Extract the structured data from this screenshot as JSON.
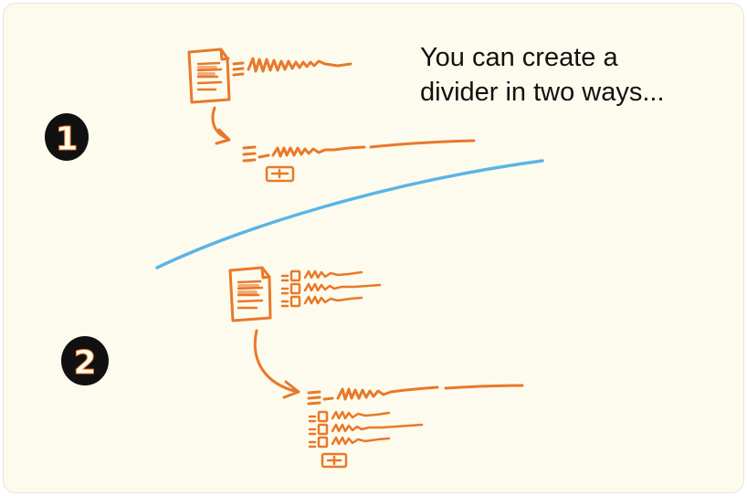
{
  "caption": {
    "line1": "You can create a",
    "line2": "divider in two ways..."
  },
  "steps": [
    {
      "number": "1"
    },
    {
      "number": "2"
    }
  ],
  "colors": {
    "background": "#fdfbee",
    "sketch": "#e8792a",
    "divider": "#5ab4e6",
    "badge": "#111111"
  },
  "icons": {
    "page": "document-icon",
    "divider_block": "divider-block-icon",
    "arrow": "curved-arrow-icon"
  }
}
